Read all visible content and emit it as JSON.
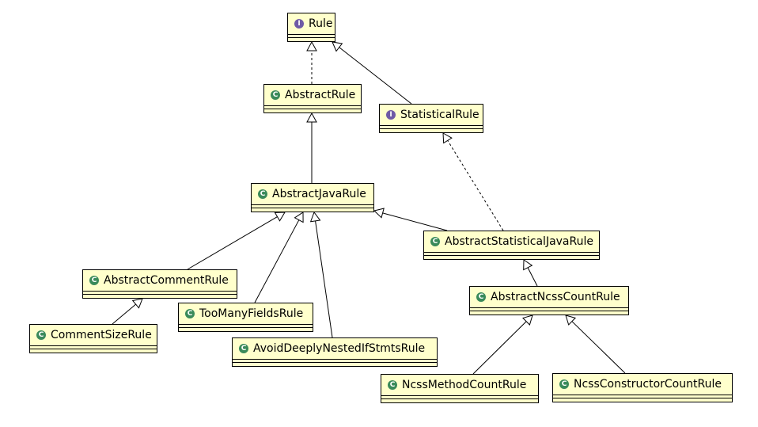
{
  "diagram": {
    "nodes": [
      {
        "id": "rule",
        "name": "Rule",
        "kind": "interface",
        "icon": "interface-icon"
      },
      {
        "id": "abstract-rule",
        "name": "AbstractRule",
        "kind": "class",
        "icon": "class-icon"
      },
      {
        "id": "statistical-rule",
        "name": "StatisticalRule",
        "kind": "interface",
        "icon": "interface-icon"
      },
      {
        "id": "abstract-java-rule",
        "name": "AbstractJavaRule",
        "kind": "class",
        "icon": "class-icon"
      },
      {
        "id": "abstract-statistical-java-rule",
        "name": "AbstractStatisticalJavaRule",
        "kind": "class",
        "icon": "class-icon"
      },
      {
        "id": "abstract-comment-rule",
        "name": "AbstractCommentRule",
        "kind": "class",
        "icon": "class-icon"
      },
      {
        "id": "too-many-fields-rule",
        "name": "TooManyFieldsRule",
        "kind": "class",
        "icon": "class-icon"
      },
      {
        "id": "comment-size-rule",
        "name": "CommentSizeRule",
        "kind": "class",
        "icon": "class-icon"
      },
      {
        "id": "avoid-deeply-nested-if-stmts-rule",
        "name": "AvoidDeeplyNestedIfStmtsRule",
        "kind": "class",
        "icon": "class-icon"
      },
      {
        "id": "abstract-ncss-count-rule",
        "name": "AbstractNcssCountRule",
        "kind": "class",
        "icon": "class-icon"
      },
      {
        "id": "ncss-method-count-rule",
        "name": "NcssMethodCountRule",
        "kind": "class",
        "icon": "class-icon"
      },
      {
        "id": "ncss-constructor-count-rule",
        "name": "NcssConstructorCountRule",
        "kind": "class",
        "icon": "class-icon"
      }
    ],
    "edges": [
      {
        "from": "abstract-rule",
        "to": "rule",
        "type": "realization"
      },
      {
        "from": "statistical-rule",
        "to": "rule",
        "type": "generalization"
      },
      {
        "from": "abstract-java-rule",
        "to": "abstract-rule",
        "type": "generalization"
      },
      {
        "from": "abstract-statistical-java-rule",
        "to": "statistical-rule",
        "type": "realization"
      },
      {
        "from": "abstract-statistical-java-rule",
        "to": "abstract-java-rule",
        "type": "generalization"
      },
      {
        "from": "abstract-comment-rule",
        "to": "abstract-java-rule",
        "type": "generalization"
      },
      {
        "from": "too-many-fields-rule",
        "to": "abstract-java-rule",
        "type": "generalization"
      },
      {
        "from": "avoid-deeply-nested-if-stmts-rule",
        "to": "abstract-java-rule",
        "type": "generalization"
      },
      {
        "from": "comment-size-rule",
        "to": "abstract-comment-rule",
        "type": "generalization"
      },
      {
        "from": "abstract-ncss-count-rule",
        "to": "abstract-statistical-java-rule",
        "type": "generalization"
      },
      {
        "from": "ncss-method-count-rule",
        "to": "abstract-ncss-count-rule",
        "type": "generalization"
      },
      {
        "from": "ncss-constructor-count-rule",
        "to": "abstract-ncss-count-rule",
        "type": "generalization"
      }
    ]
  }
}
